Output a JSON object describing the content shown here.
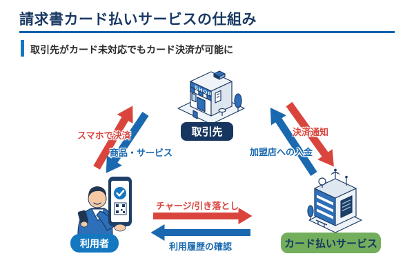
{
  "page": {
    "title": "請求書カード払いサービスの仕組み",
    "subtitle": "取引先がカード未対応でもカード決済が可能に"
  },
  "nodes": {
    "vendor": {
      "label": "取引先",
      "shop_sign": "SHOP",
      "icon": "shop-storefront-icon"
    },
    "user": {
      "label": "利用者",
      "icon": "person-with-smartphone-icon"
    },
    "service": {
      "label": "カード払いサービス",
      "icon": "office-building-icon"
    }
  },
  "flows": {
    "pay_by_phone": {
      "label": "スマホで決済",
      "from": "利用者",
      "to": "取引先",
      "color": "red"
    },
    "goods_services": {
      "label": "商品・サービス",
      "from": "取引先",
      "to": "利用者",
      "color": "blue"
    },
    "payment_notice": {
      "label": "決済通知",
      "from": "取引先",
      "to": "カード払いサービス",
      "color": "red"
    },
    "merchant_deposit": {
      "label": "加盟店への入金",
      "from": "カード払いサービス",
      "to": "取引先",
      "color": "blue"
    },
    "charge_debit": {
      "label": "チャージ/引き落とし",
      "from": "利用者",
      "to": "カード払いサービス",
      "color": "red"
    },
    "usage_history": {
      "label": "利用履歴の確認",
      "from": "カード払いサービス",
      "to": "利用者",
      "color": "blue"
    }
  },
  "colors": {
    "arrow_red": "#d9453c",
    "arrow_blue": "#1a69b0",
    "accent_blue": "#1577c1",
    "rule_blue": "#0d60ab",
    "navy": "#17365f",
    "green_badge": "#73ae5c"
  }
}
